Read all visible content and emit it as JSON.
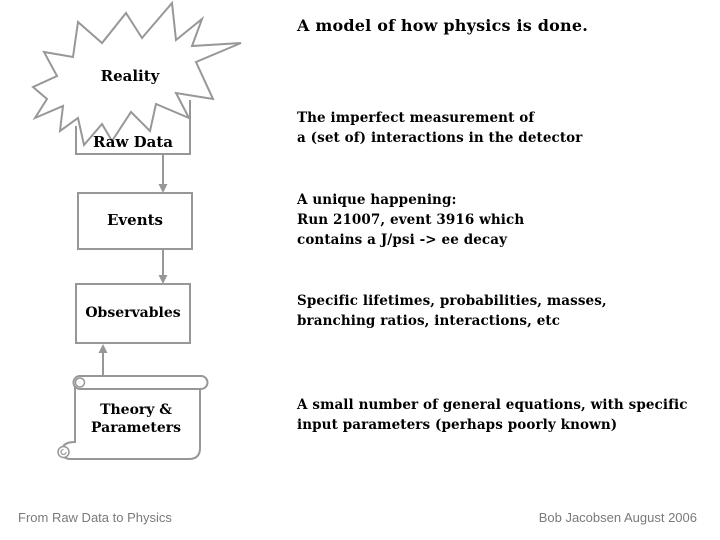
{
  "slide": {
    "title": "A model of how physics is done.",
    "footer_left": "From Raw Data to Physics",
    "footer_right": "Bob Jacobsen August 2006",
    "background": "#ffffff"
  },
  "diagram": {
    "outline_color": "#979797",
    "text_color": "#000000",
    "footer_color": "#7a7a7a",
    "nodes": [
      {
        "id": "reality",
        "shape": "explosion-starburst",
        "label": "Reality"
      },
      {
        "id": "raw-data",
        "shape": "rectangle",
        "label": "Raw Data"
      },
      {
        "id": "events",
        "shape": "rectangle",
        "label": "Events"
      },
      {
        "id": "observables",
        "shape": "rectangle",
        "label": "Observables"
      },
      {
        "id": "theory",
        "shape": "horizontal-scroll",
        "label_line1": "Theory &",
        "label_line2": "Parameters"
      }
    ],
    "edges": [
      {
        "from": "raw-data",
        "to": "events",
        "direction": "down"
      },
      {
        "from": "events",
        "to": "observables",
        "direction": "down"
      },
      {
        "from": "theory",
        "to": "observables",
        "direction": "up"
      }
    ]
  },
  "annotations": [
    {
      "lines": [
        "The imperfect measurement of",
        "a (set of) interactions in the detector"
      ]
    },
    {
      "lines": [
        "A unique happening:",
        "Run 21007, event 3916 which",
        "contains a J/psi -> ee decay"
      ]
    },
    {
      "lines": [
        "Specific lifetimes, probabilities, masses,",
        "branching ratios, interactions, etc"
      ]
    },
    {
      "lines": [
        "A small number of general equations, with specific",
        "input parameters (perhaps poorly known)"
      ]
    }
  ]
}
